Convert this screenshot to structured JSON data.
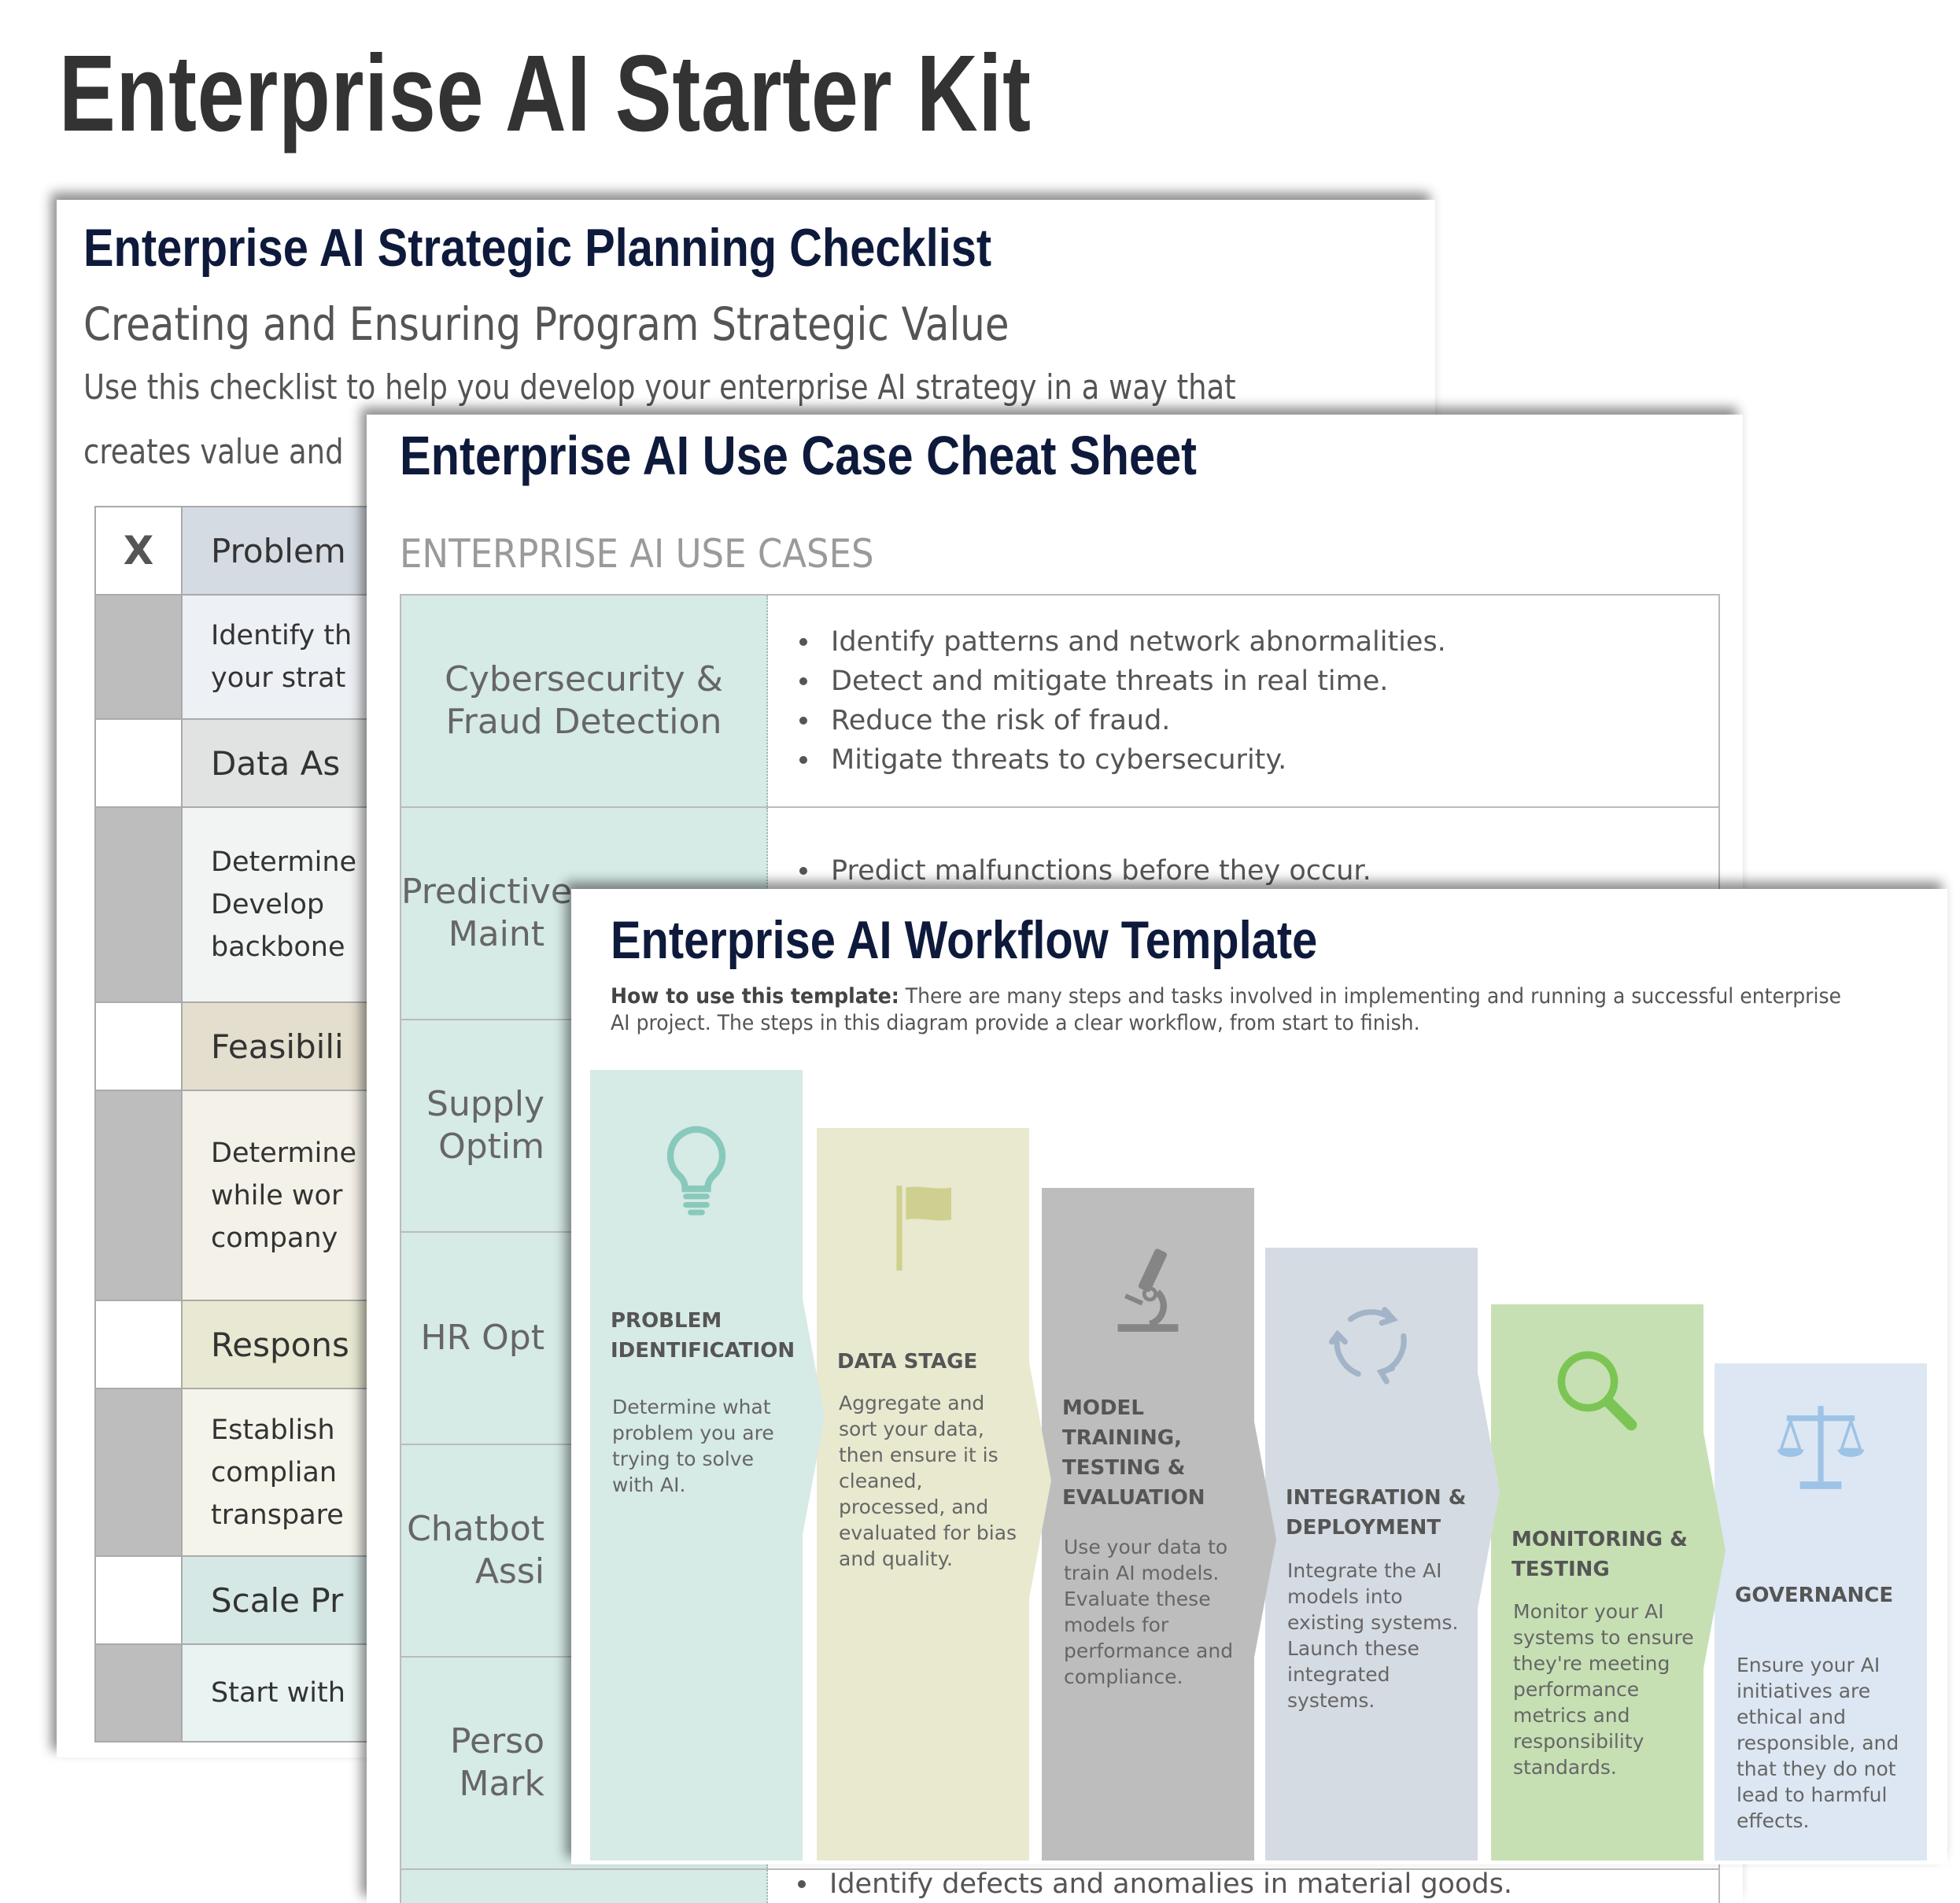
{
  "title": "Enterprise AI Starter Kit",
  "checklist": {
    "title": "Enterprise AI Strategic Planning Checklist",
    "subtitle": "Creating and Ensuring Program Strategic Value",
    "intro": [
      "Use this checklist to help you develop your enterprise AI strategy in a way that",
      "creates value and"
    ],
    "check_mark": "X",
    "rows": [
      {
        "type": "head",
        "text": "Problem",
        "checked": true
      },
      {
        "type": "desc",
        "text": "Identify th\nyour strat"
      },
      {
        "type": "head",
        "text": "Data As"
      },
      {
        "type": "desc",
        "text": "Determine\nDevelop\nbackbone"
      },
      {
        "type": "head",
        "text": "Feasibili"
      },
      {
        "type": "desc",
        "text": "Determine\nwhile wor\ncompany"
      },
      {
        "type": "head",
        "text": "Respons"
      },
      {
        "type": "desc",
        "text": "Establish\ncomplian\ntranspare"
      },
      {
        "type": "head",
        "text": "Scale Pr"
      },
      {
        "type": "desc",
        "text": "Start with"
      }
    ]
  },
  "use_cases": {
    "title": "Enterprise AI Use Case Cheat Sheet",
    "subtitle": "ENTERPRISE AI USE CASES",
    "rows": [
      {
        "name": "Cybersecurity &\nFraud Detection",
        "items": [
          "Identify patterns and network abnormalities.",
          "Detect and mitigate threats in real time.",
          "Reduce the risk of fraud.",
          "Mitigate threats to cybersecurity."
        ]
      },
      {
        "name": "Predictive\nMaint",
        "items": [
          "Predict malfunctions before they occur."
        ]
      },
      {
        "name": "Supply\nOptim",
        "items": []
      },
      {
        "name": "HR Opt",
        "items": []
      },
      {
        "name": "Chatbot\nAssi",
        "items": []
      },
      {
        "name": "Perso\nMark",
        "items": []
      },
      {
        "name": "",
        "items": []
      }
    ],
    "last_item": "Identify defects and anomalies in material goods."
  },
  "workflow": {
    "title": "Enterprise AI Workflow Template",
    "how_label": "How to use this template:",
    "how_text": " There are many steps and tasks involved in implementing and running a successful enterprise AI project. The steps in this diagram provide a clear workflow, from start to finish.",
    "steps": [
      {
        "icon": "lightbulb-icon",
        "color": "#d6eae6",
        "icon_color": "#88c9bb",
        "heading": "PROBLEM IDENTIFICATION",
        "body": "Determine what problem you are trying to solve with AI."
      },
      {
        "icon": "flag-icon",
        "color": "#e8e9cf",
        "icon_color": "#cfd08f",
        "heading": "DATA STAGE",
        "body": "Aggregate and sort your data, then ensure it is cleaned, processed, and evaluated for bias and quality."
      },
      {
        "icon": "microscope-icon",
        "color": "#bdbdbd",
        "icon_color": "#858585",
        "heading": "MODEL TRAINING, TESTING & EVALUATION",
        "body": "Use your data to train AI models. Evaluate these models for performance and compliance."
      },
      {
        "icon": "cycle-icon",
        "color": "#d5dbe3",
        "icon_color": "#a3b4c8",
        "heading": "INTEGRATION & DEPLOYMENT",
        "body": "Integrate the AI models into existing systems. Launch these integrated systems."
      },
      {
        "icon": "magnifier-icon",
        "color": "#c6e0b4",
        "icon_color": "#7cc554",
        "heading": "MONITORING & TESTING",
        "body": "Monitor your AI systems to ensure they're meeting performance metrics and responsibility standards."
      },
      {
        "icon": "scales-icon",
        "color": "#dde7f3",
        "icon_color": "#9dc3e6",
        "heading": "GOVERNANCE",
        "body": "Ensure your AI initiatives are ethical and responsible, and that they do not lead to harmful effects."
      }
    ]
  }
}
